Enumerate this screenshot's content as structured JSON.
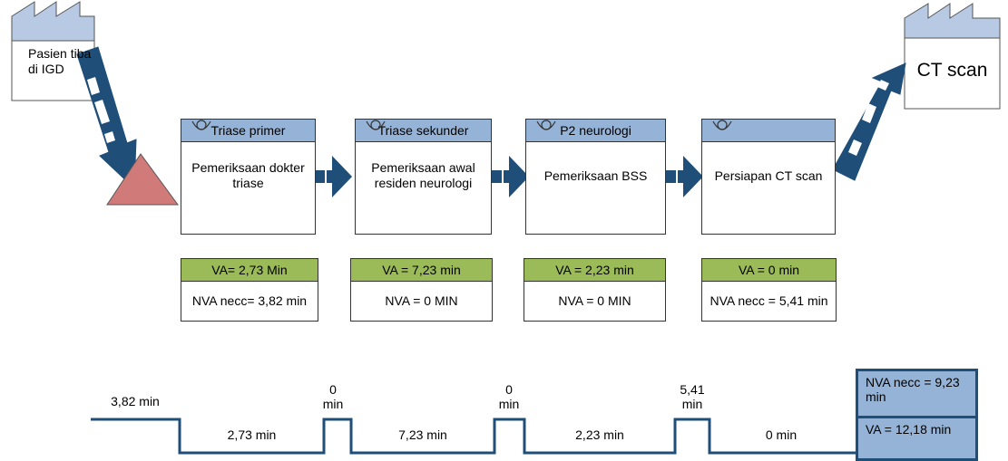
{
  "supplier": {
    "label": "Pasien tiba di IGD"
  },
  "customer": {
    "label": "CT scan"
  },
  "processes": [
    {
      "header": "Triase primer",
      "body": "Pemeriksaan dokter triase"
    },
    {
      "header": "Triase sekunder",
      "body": "Pemeriksaan awal residen neurologi"
    },
    {
      "header": "P2 neurologi",
      "body": "Pemeriksaan BSS"
    },
    {
      "header": "",
      "body": "Persiapan CT scan"
    }
  ],
  "value_boxes": [
    {
      "va": "VA= 2,73 Min",
      "nva": "NVA necc= 3,82 min"
    },
    {
      "va": "VA = 7,23 min",
      "nva": "NVA = 0 MIN"
    },
    {
      "va": "VA = 2,23 min",
      "nva": "NVA = 0 MIN"
    },
    {
      "va": "VA = 0 min",
      "nva": "NVA necc = 5,41 min"
    }
  ],
  "timeline": {
    "wait_labels": [
      "3,82 min",
      "0 min",
      "0 min",
      "5,41 min"
    ],
    "va_labels": [
      "2,73 min",
      "7,23 min",
      "2,23 min",
      "0 min"
    ]
  },
  "summary": {
    "nva": "NVA necc = 9,23 min",
    "va": "VA = 12,18 min"
  },
  "colors": {
    "process_header": "#95b3d7",
    "va_header": "#9bbb59",
    "arrow": "#1f4e79",
    "inventory": "#d07a7a",
    "factory": "#b8c9e4"
  }
}
